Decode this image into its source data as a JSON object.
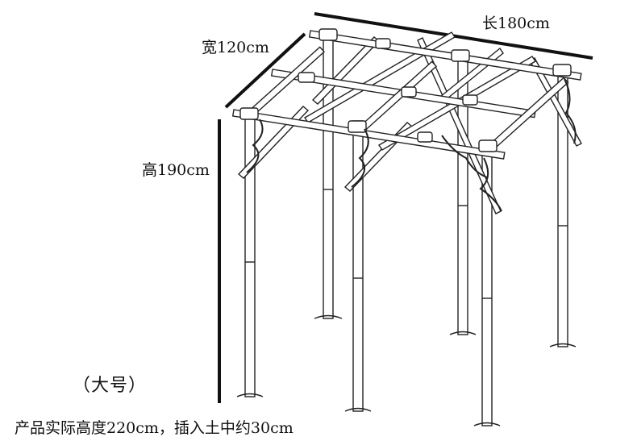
{
  "labels": {
    "length": "长180cm",
    "width": "宽120cm",
    "height": "高190cm",
    "model": "（大号）",
    "note": "产品实际高度220cm，插入土中约30cm"
  },
  "colors": {
    "line": "#111111",
    "background": "#ffffff"
  }
}
